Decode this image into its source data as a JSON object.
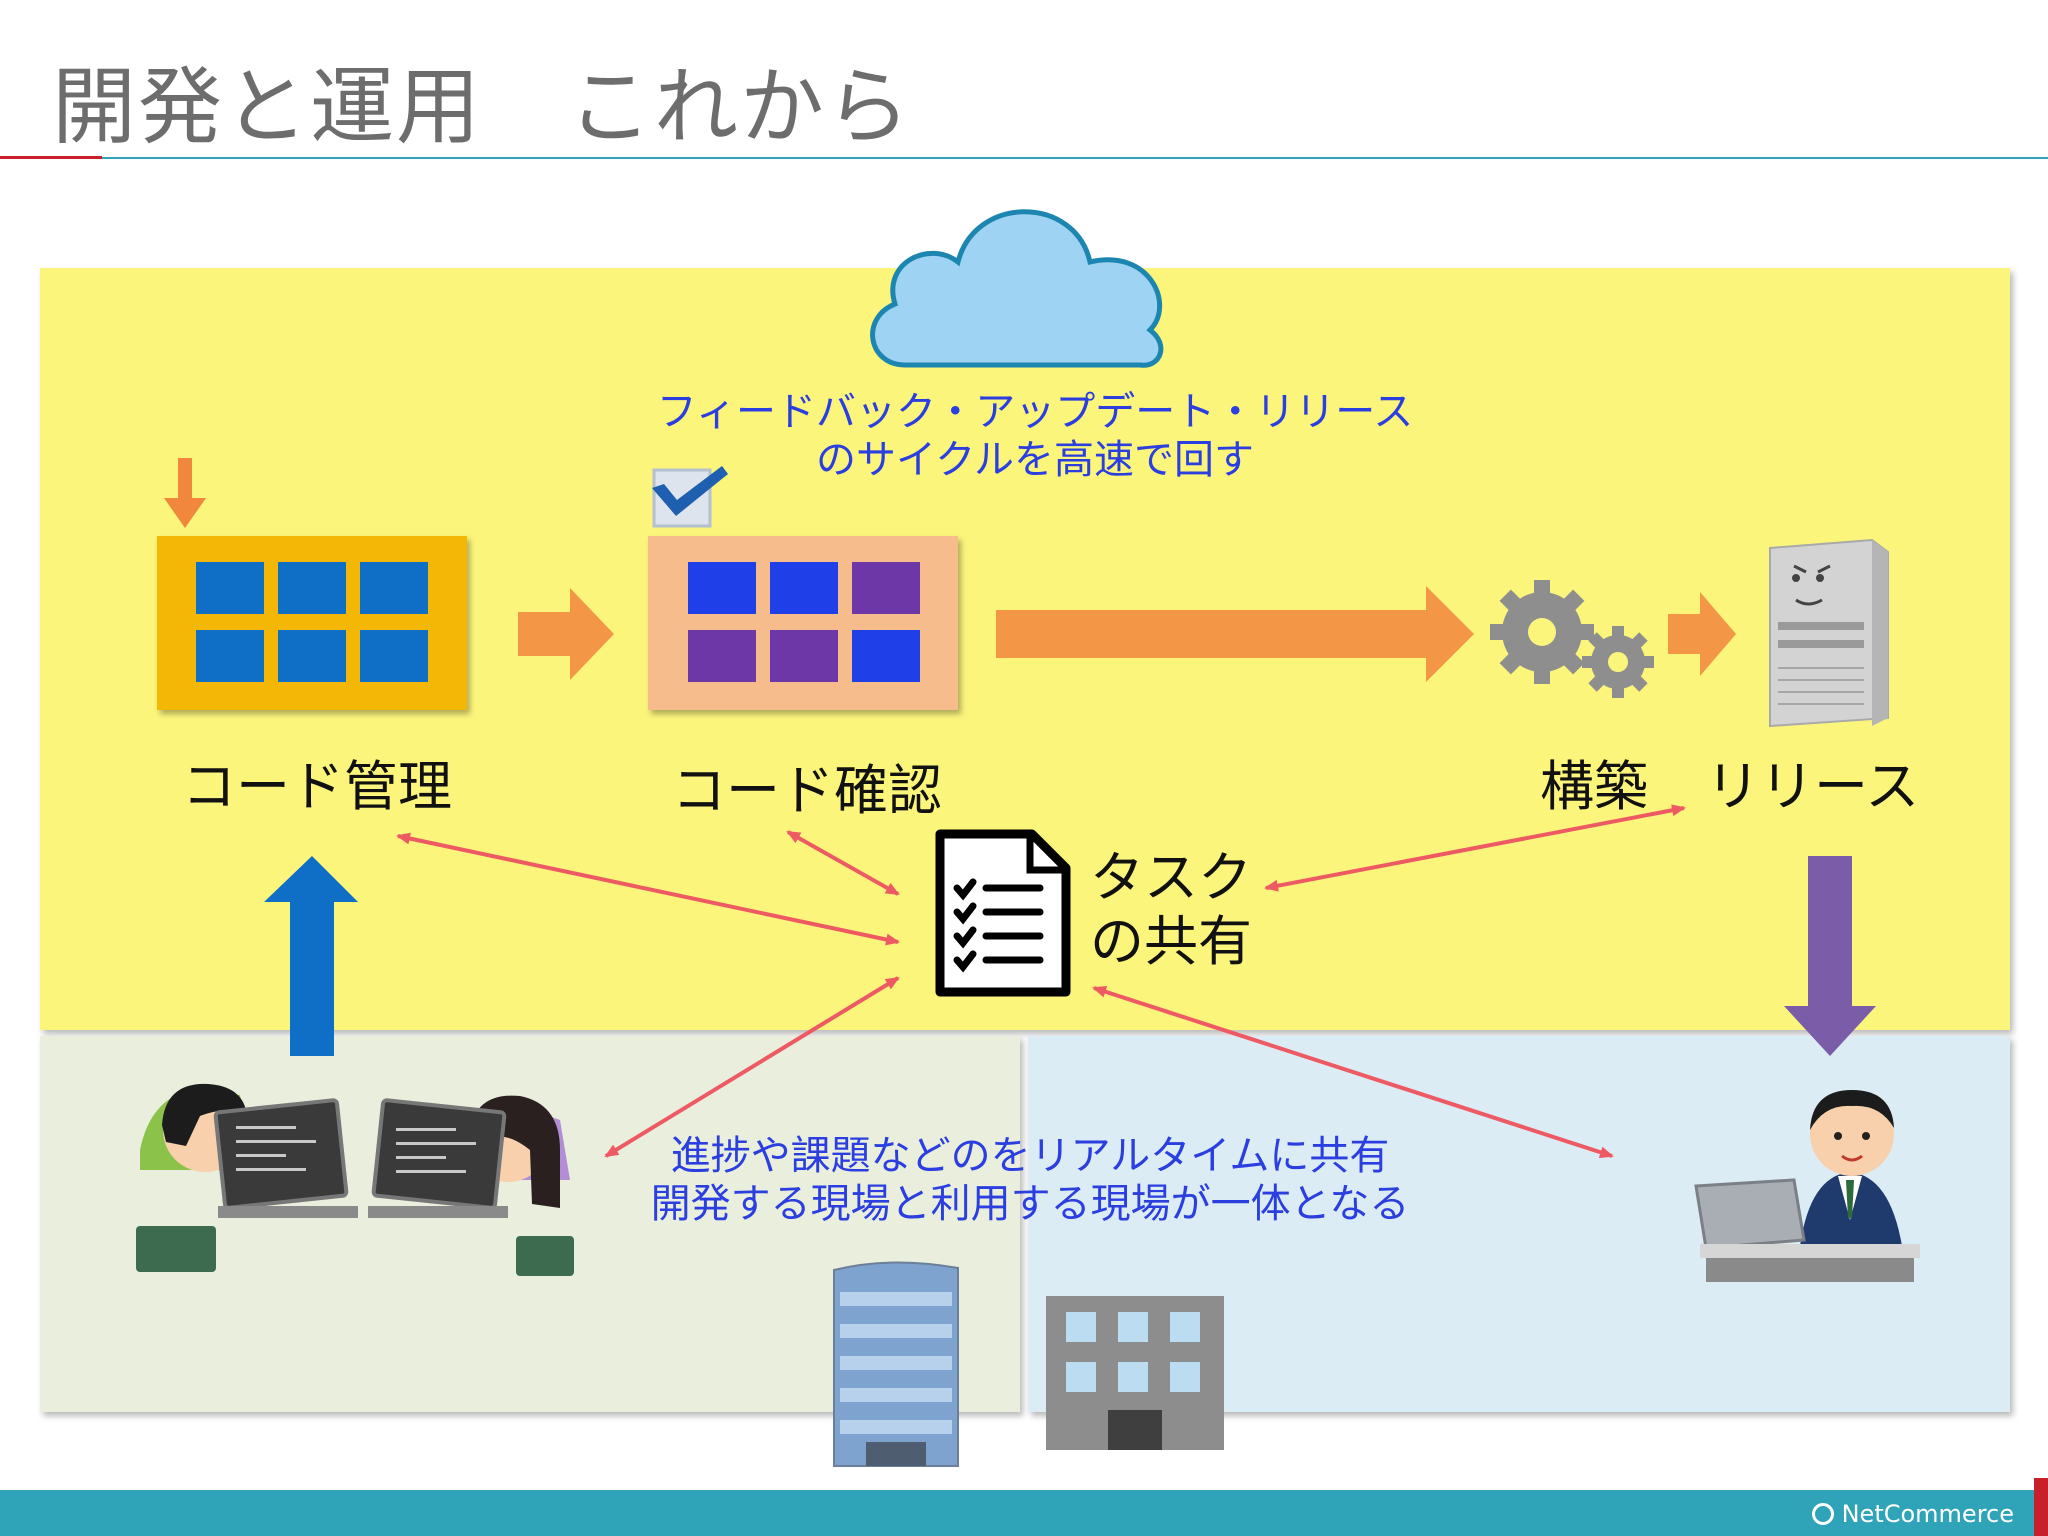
{
  "title": "開発と運用　これから",
  "cycle_caption": {
    "line1": "フィードバック・アップデート・リリース",
    "line2": "のサイクルを高速で回す"
  },
  "stages": {
    "code_management": "コード管理",
    "code_review": "コード確認",
    "build": "構築",
    "release": "リリース"
  },
  "task_sharing": {
    "line1": "タスク",
    "line2": "の共有"
  },
  "share_caption": {
    "line1": "進捗や課題などのをリアルタイムに共有",
    "line2": "開発する現場と利用する現場が一体となる"
  },
  "footer": {
    "brand": "NetCommerce"
  },
  "icons": [
    "cloud-icon",
    "down-arrow-icon",
    "checkbox-icon",
    "gears-icon",
    "server-icon",
    "document-checklist-icon",
    "developer-icon",
    "office-worker-icon",
    "tall-building-icon",
    "office-building-icon",
    "netcommerce-logo-icon"
  ],
  "colors": {
    "yellow_area": "#fbf57c",
    "dev_area": "#e9eedd",
    "ops_area": "#dcecf4",
    "orange_arrow": "#f39646",
    "blue_arrow": "#0f6fc6",
    "purple_arrow": "#7a5ca8",
    "red_arrows": "#ee5a63",
    "blue_text": "#2b3fe0",
    "footer": "#2fa3b8"
  }
}
